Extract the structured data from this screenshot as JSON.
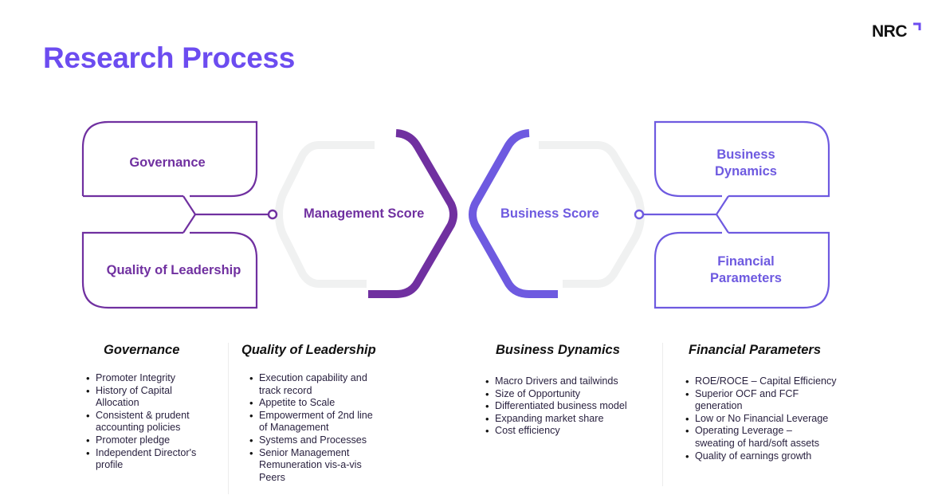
{
  "page": {
    "title": "Research Process",
    "logo": {
      "text": "NRC",
      "accent_color": "#6C4CF0",
      "icon": "corner-bracket-icon"
    }
  },
  "colors": {
    "title": "#6C4CF0",
    "management": "#7030A0",
    "business": "#6E5AE0",
    "hexagon_gray": "#F0F1F1"
  },
  "diagram": {
    "left_boxes": [
      {
        "label": "Governance"
      },
      {
        "label": "Quality of Leadership"
      }
    ],
    "management_score": {
      "label": "Management Score"
    },
    "business_score": {
      "label": "Business Score"
    },
    "right_boxes": [
      {
        "label_line1": "Business",
        "label_line2": "Dynamics"
      },
      {
        "label_line1": "Financial",
        "label_line2": "Parameters"
      }
    ]
  },
  "columns": [
    {
      "heading": "Governance",
      "items": [
        [
          "Promoter Integrity"
        ],
        [
          "History of Capital",
          "Allocation"
        ],
        [
          "Consistent & prudent",
          "accounting policies"
        ],
        [
          "Promoter pledge"
        ],
        [
          "Independent Director's",
          "profile"
        ]
      ]
    },
    {
      "heading": "Quality of Leadership",
      "items": [
        [
          "Execution capability and",
          "track record"
        ],
        [
          "Appetite to Scale"
        ],
        [
          "Empowerment of 2nd line",
          "of Management"
        ],
        [
          "Systems and Processes"
        ],
        [
          "Senior Management",
          "Remuneration vis-a-vis",
          "Peers"
        ]
      ]
    },
    {
      "heading": "Business Dynamics",
      "items": [
        [
          "Macro Drivers and tailwinds"
        ],
        [
          "Size of Opportunity"
        ],
        [
          "Differentiated business model"
        ],
        [
          "Expanding market share"
        ],
        [
          "Cost efficiency"
        ]
      ]
    },
    {
      "heading": "Financial Parameters",
      "items": [
        [
          "ROE/ROCE – Capital Efficiency"
        ],
        [
          "Superior OCF and FCF",
          "generation"
        ],
        [
          "Low or No Financial Leverage"
        ],
        [
          "Operating Leverage –",
          "sweating of hard/soft assets"
        ],
        [
          "Quality of earnings growth"
        ]
      ]
    }
  ]
}
